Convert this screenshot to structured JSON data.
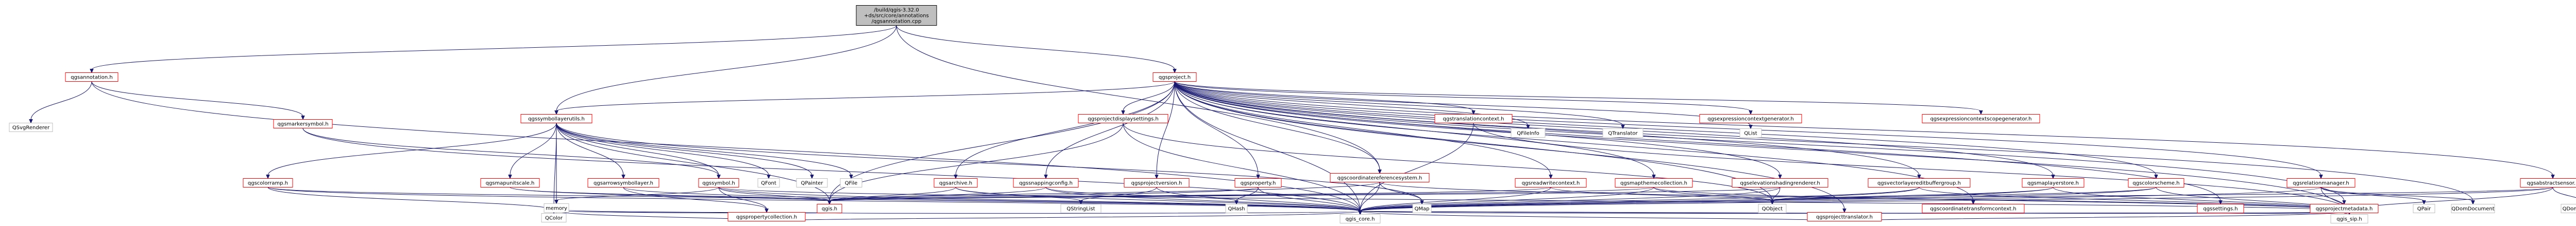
{
  "graph": {
    "root": "n0",
    "nodes": [
      {
        "id": "n0",
        "lines": [
          "/build/qgis-3.32.0",
          "+ds/src/core/annotations",
          "/qgsannotation.cpp"
        ],
        "style": "root"
      },
      {
        "id": "n1",
        "lines": [
          "qgsannotation.h"
        ],
        "style": "link"
      },
      {
        "id": "n2",
        "lines": [
          "qgsproject.h"
        ],
        "style": "link"
      },
      {
        "id": "n3",
        "lines": [
          "QSvgRenderer"
        ],
        "style": "plain"
      },
      {
        "id": "n4",
        "lines": [
          "qgis_core.h"
        ],
        "style": "plain"
      },
      {
        "id": "n5",
        "lines": [
          "qgsmarkersymbol.h"
        ],
        "style": "link"
      },
      {
        "id": "n6",
        "lines": [
          "qgssymbollayerutils.h"
        ],
        "style": "link"
      },
      {
        "id": "n7",
        "lines": [
          "qgscolorramp.h"
        ],
        "style": "link"
      },
      {
        "id": "n8",
        "lines": [
          "qgsmapunitscale.h"
        ],
        "style": "link"
      },
      {
        "id": "n9",
        "lines": [
          "qgsarrowsymbollayer.h"
        ],
        "style": "link"
      },
      {
        "id": "n10",
        "lines": [
          "qgssymbol.h"
        ],
        "style": "link"
      },
      {
        "id": "n11",
        "lines": [
          "QFont"
        ],
        "style": "plain"
      },
      {
        "id": "n12",
        "lines": [
          "QPainter"
        ],
        "style": "plain"
      },
      {
        "id": "n13",
        "lines": [
          "QFile"
        ],
        "style": "plain"
      },
      {
        "id": "n14",
        "lines": [
          "qgis.h"
        ],
        "style": "link"
      },
      {
        "id": "n15",
        "lines": [
          "qgspropertycollection.h"
        ],
        "style": "link"
      },
      {
        "id": "n16",
        "lines": [
          "memory"
        ],
        "style": "plain"
      },
      {
        "id": "n17",
        "lines": [
          "QColor"
        ],
        "style": "plain"
      },
      {
        "id": "n18",
        "lines": [
          "qgsarchive.h"
        ],
        "style": "link"
      },
      {
        "id": "n19",
        "lines": [
          "qgssnappingconfig.h"
        ],
        "style": "link"
      },
      {
        "id": "n20",
        "lines": [
          "qgsprojectversion.h"
        ],
        "style": "link"
      },
      {
        "id": "n21",
        "lines": [
          "qgsproperty.h"
        ],
        "style": "link"
      },
      {
        "id": "n22",
        "lines": [
          "qgsprojectdisplaysettings.h"
        ],
        "style": "link"
      },
      {
        "id": "n23",
        "lines": [
          "qgscoordinatereferencesystem.h"
        ],
        "style": "link"
      },
      {
        "id": "n24",
        "lines": [
          "QStringList"
        ],
        "style": "plain"
      },
      {
        "id": "n25",
        "lines": [
          "QHash"
        ],
        "style": "plain"
      },
      {
        "id": "n26",
        "lines": [
          "QMap"
        ],
        "style": "plain"
      },
      {
        "id": "n27",
        "lines": [
          "qgsreadwritecontext.h"
        ],
        "style": "link"
      },
      {
        "id": "n28",
        "lines": [
          "qgsmapthemecollection.h"
        ],
        "style": "link"
      },
      {
        "id": "n29",
        "lines": [
          "qgsprojecttranslator.h"
        ],
        "style": "link"
      },
      {
        "id": "n30",
        "lines": [
          "qgselevationshadingrenderer.h"
        ],
        "style": "link"
      },
      {
        "id": "n31",
        "lines": [
          "qgsvectorlayereditbuffergroup.h"
        ],
        "style": "link"
      },
      {
        "id": "n32",
        "lines": [
          "QObject"
        ],
        "style": "plain"
      },
      {
        "id": "n33",
        "lines": [
          "qgscoordinatetransformcontext.h"
        ],
        "style": "link"
      },
      {
        "id": "n34",
        "lines": [
          "qgsmaplayerstore.h"
        ],
        "style": "link"
      },
      {
        "id": "n35",
        "lines": [
          "qgstranslationcontext.h"
        ],
        "style": "link"
      },
      {
        "id": "n36",
        "lines": [
          "qgscolorscheme.h"
        ],
        "style": "link"
      },
      {
        "id": "n37",
        "lines": [
          "qgssettings.h"
        ],
        "style": "link"
      },
      {
        "id": "n38",
        "lines": [
          "qgis_sip.h"
        ],
        "style": "plain"
      },
      {
        "id": "n39",
        "lines": [
          "qgsprojectmetadata.h"
        ],
        "style": "link"
      },
      {
        "id": "n40",
        "lines": [
          "qgsrelationmanager.h"
        ],
        "style": "link"
      },
      {
        "id": "n41",
        "lines": [
          "QPair"
        ],
        "style": "plain"
      },
      {
        "id": "n42",
        "lines": [
          "QDomDocument"
        ],
        "style": "plain"
      },
      {
        "id": "n43",
        "lines": [
          "qgsabstractsensor.h"
        ],
        "style": "link"
      },
      {
        "id": "n44",
        "lines": [
          "QDomElement"
        ],
        "style": "plain"
      },
      {
        "id": "n45",
        "lines": [
          "QList"
        ],
        "style": "plain"
      },
      {
        "id": "n46",
        "lines": [
          "QFileInfo"
        ],
        "style": "plain"
      },
      {
        "id": "n47",
        "lines": [
          "QTranslator"
        ],
        "style": "plain"
      },
      {
        "id": "n48",
        "lines": [
          "qgsexpressioncontextgenerator.h"
        ],
        "style": "link"
      },
      {
        "id": "n49",
        "lines": [
          "qgsexpressioncontextscopegenerator.h"
        ],
        "style": "link"
      }
    ],
    "edges": [
      [
        "n0",
        "n1"
      ],
      [
        "n0",
        "n2"
      ],
      [
        "n0",
        "n6"
      ],
      [
        "n0",
        "n23"
      ],
      [
        "n1",
        "n3"
      ],
      [
        "n1",
        "n4"
      ],
      [
        "n1",
        "n5"
      ],
      [
        "n5",
        "n10"
      ],
      [
        "n5",
        "n4"
      ],
      [
        "n2",
        "n4"
      ],
      [
        "n2",
        "n6"
      ],
      [
        "n2",
        "n18"
      ],
      [
        "n2",
        "n19"
      ],
      [
        "n2",
        "n20"
      ],
      [
        "n2",
        "n21"
      ],
      [
        "n2",
        "n22"
      ],
      [
        "n2",
        "n23"
      ],
      [
        "n2",
        "n27"
      ],
      [
        "n2",
        "n28"
      ],
      [
        "n2",
        "n29"
      ],
      [
        "n2",
        "n30"
      ],
      [
        "n2",
        "n31"
      ],
      [
        "n2",
        "n32"
      ],
      [
        "n2",
        "n33"
      ],
      [
        "n2",
        "n34"
      ],
      [
        "n2",
        "n35"
      ],
      [
        "n2",
        "n36"
      ],
      [
        "n2",
        "n37"
      ],
      [
        "n2",
        "n38"
      ],
      [
        "n2",
        "n39"
      ],
      [
        "n2",
        "n40"
      ],
      [
        "n2",
        "n43"
      ],
      [
        "n2",
        "n45"
      ],
      [
        "n2",
        "n46"
      ],
      [
        "n2",
        "n47"
      ],
      [
        "n2",
        "n48"
      ],
      [
        "n2",
        "n49"
      ],
      [
        "n2",
        "n42"
      ],
      [
        "n2",
        "n14"
      ],
      [
        "n6",
        "n7"
      ],
      [
        "n6",
        "n8"
      ],
      [
        "n6",
        "n9"
      ],
      [
        "n6",
        "n10"
      ],
      [
        "n6",
        "n11"
      ],
      [
        "n6",
        "n12"
      ],
      [
        "n6",
        "n13"
      ],
      [
        "n6",
        "n14"
      ],
      [
        "n6",
        "n16"
      ],
      [
        "n6",
        "n17"
      ],
      [
        "n6",
        "n26"
      ],
      [
        "n7",
        "n4"
      ],
      [
        "n7",
        "n17"
      ],
      [
        "n7",
        "n14"
      ],
      [
        "n8",
        "n4"
      ],
      [
        "n8",
        "n14"
      ],
      [
        "n9",
        "n15"
      ],
      [
        "n9",
        "n4"
      ],
      [
        "n10",
        "n15"
      ],
      [
        "n10",
        "n4"
      ],
      [
        "n10",
        "n14"
      ],
      [
        "n10",
        "n16"
      ],
      [
        "n10",
        "n38"
      ],
      [
        "n14",
        "n16"
      ],
      [
        "n14",
        "n4"
      ],
      [
        "n14",
        "n17"
      ],
      [
        "n15",
        "n4"
      ],
      [
        "n15",
        "n17"
      ],
      [
        "n18",
        "n4"
      ],
      [
        "n18",
        "n24"
      ],
      [
        "n18",
        "n14"
      ],
      [
        "n19",
        "n4"
      ],
      [
        "n19",
        "n14"
      ],
      [
        "n19",
        "n25"
      ],
      [
        "n20",
        "n4"
      ],
      [
        "n20",
        "n24"
      ],
      [
        "n21",
        "n4"
      ],
      [
        "n21",
        "n25"
      ],
      [
        "n21",
        "n14"
      ],
      [
        "n22",
        "n32"
      ],
      [
        "n22",
        "n4"
      ],
      [
        "n22",
        "n14"
      ],
      [
        "n23",
        "n4"
      ],
      [
        "n23",
        "n26"
      ],
      [
        "n23",
        "n14"
      ],
      [
        "n23",
        "n38"
      ],
      [
        "n27",
        "n4"
      ],
      [
        "n27",
        "n32"
      ],
      [
        "n27",
        "n14"
      ],
      [
        "n28",
        "n32"
      ],
      [
        "n28",
        "n4"
      ],
      [
        "n28",
        "n38"
      ],
      [
        "n28",
        "n14"
      ],
      [
        "n29",
        "n4"
      ],
      [
        "n29",
        "n38"
      ],
      [
        "n30",
        "n32"
      ],
      [
        "n30",
        "n4"
      ],
      [
        "n30",
        "n14"
      ],
      [
        "n31",
        "n32"
      ],
      [
        "n31",
        "n4"
      ],
      [
        "n31",
        "n38"
      ],
      [
        "n33",
        "n4"
      ],
      [
        "n33",
        "n38"
      ],
      [
        "n34",
        "n4"
      ],
      [
        "n34",
        "n32"
      ],
      [
        "n34",
        "n38"
      ],
      [
        "n35",
        "n4"
      ],
      [
        "n35",
        "n38"
      ],
      [
        "n36",
        "n4"
      ],
      [
        "n36",
        "n38"
      ],
      [
        "n36",
        "n32"
      ],
      [
        "n37",
        "n4"
      ],
      [
        "n37",
        "n38"
      ],
      [
        "n39",
        "n4"
      ],
      [
        "n39",
        "n38"
      ],
      [
        "n40",
        "n4"
      ],
      [
        "n40",
        "n41"
      ],
      [
        "n40",
        "n42"
      ],
      [
        "n40",
        "n38"
      ],
      [
        "n43",
        "n4"
      ],
      [
        "n43",
        "n44"
      ],
      [
        "n43",
        "n38"
      ],
      [
        "n43",
        "n32"
      ]
    ]
  }
}
